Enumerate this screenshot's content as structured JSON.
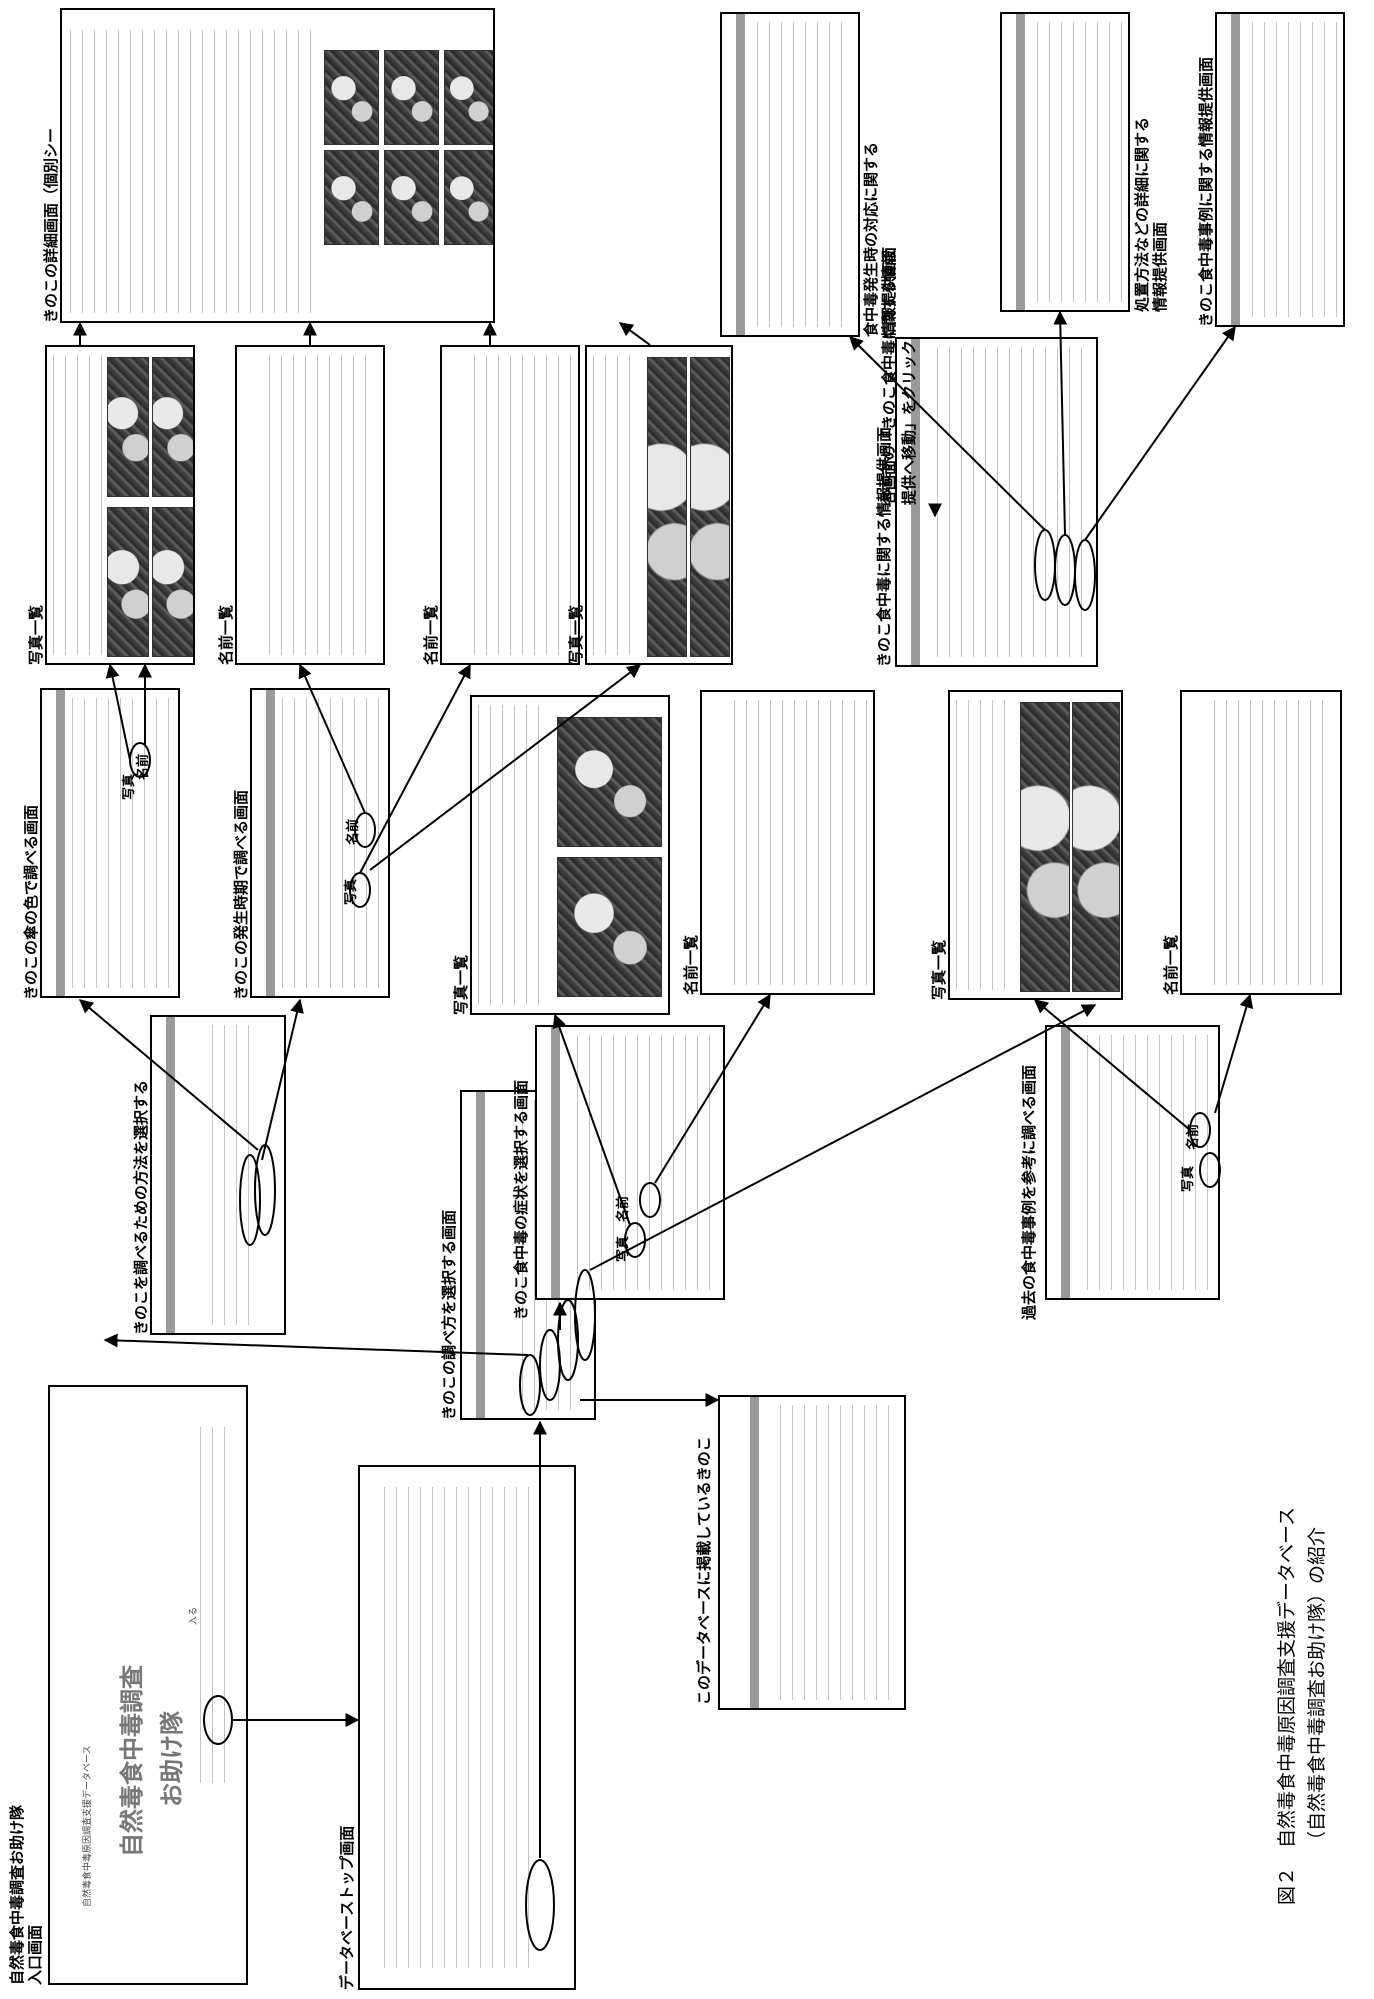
{
  "labels": {
    "entry_title_1": "自然毒食中毒調査お助け隊",
    "entry_title_2": "入口画面",
    "db_top": "データベーストップ画面",
    "select_method": "きのこの調べ方を選択する画面",
    "registered": "このデータベースに掲載しているきのこ",
    "choose_method": "きのこを調べるための方法を選択する",
    "by_color": "きのこの傘の色で調べる画面",
    "by_season": "きのこの発生時期で調べる画面",
    "by_symptom": "きのこ食中毒の症状を選択する画面",
    "by_past_cases": "過去の食中毒事例を参考に調べる画面",
    "photo_list": "写真一覧",
    "name_list": "名前一覧",
    "photo": "写真",
    "name": "名前",
    "detail": "きのこの詳細画面（個別シー",
    "poison_info_screen": "きのこ食中毒に関する情報提供画面",
    "click_note_1": "各画面の「きのこ食中毒に関する情報",
    "click_note_2": "提供へ移動」をクリック",
    "response_info_1": "食中毒発生時の対応に関する",
    "response_info_2": "情報提供画面",
    "treatment_info_1": "処置方法などの詳細に関する",
    "treatment_info_2": "情報提供画面",
    "case_info": "きのこ食中毒事例に関する情報提供画面"
  },
  "entry_screen": {
    "subtitle": "自然毒食中毒原因調査支援データベース",
    "logo_line_1": "自然毒食中毒調査",
    "logo_line_2": "お助け隊",
    "enter_button": "入る"
  },
  "caption": {
    "line_1": "図２　自然毒食中毒原因調査支援データベース",
    "line_2": "（自然毒食中毒調査お助け隊）の紹介"
  }
}
